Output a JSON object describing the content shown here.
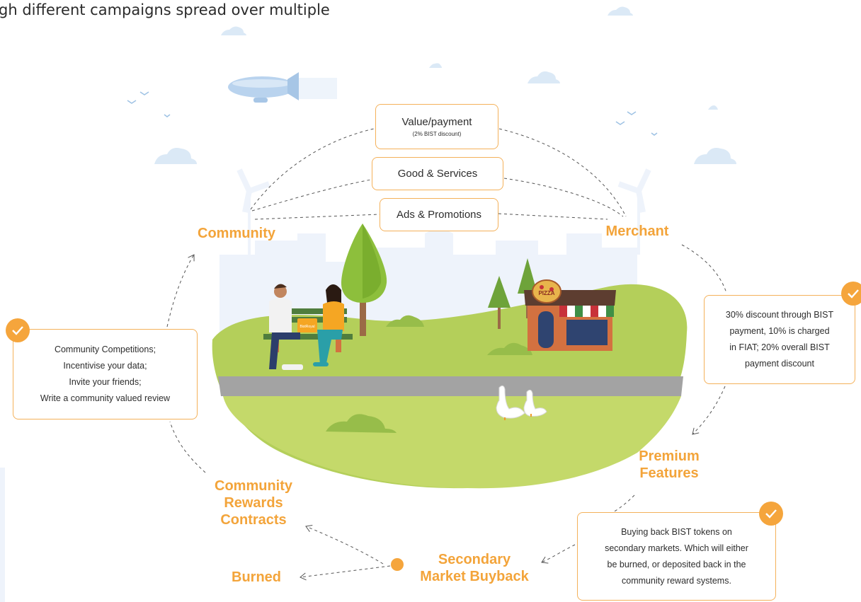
{
  "header_text": "gh different campaigns spread over multiple",
  "colors": {
    "accent": "#f3a43a",
    "border": "#f4b15a",
    "grass": "#b4cf5a",
    "road": "#a3a3a3",
    "sky": "#dbe9f6"
  },
  "center_boxes": [
    {
      "title": "Value/payment",
      "subtitle": "(2% BIST discount)"
    },
    {
      "title": "Good & Services"
    },
    {
      "title": "Ads & Promotions"
    }
  ],
  "nodes": {
    "community": "Community",
    "merchant": "Merchant",
    "premium_features": "Premium\nFeatures",
    "community_rewards": "Community\nRewards\nContracts",
    "secondary_market": "Secondary\nMarket Buyback",
    "burned": "Burned"
  },
  "info_boxes": {
    "community": "Community Competitions;\nIncentivise your data;\nInvite your friends;\nWrite a community valued review",
    "merchant": "30% discount through BIST\npayment, 10% is charged\nin FIAT; 20% overall BIST\npayment discount",
    "buyback": "Buying back BIST tokens on\nsecondary markets. Which will either\nbe burned, or deposited back in the\ncommunity reward systems."
  },
  "illustration": {
    "shop_sign": "PIZZA",
    "bag_text": "BistRoyal"
  },
  "icons": [
    "check-icon",
    "blimp-icon",
    "bird-icon",
    "cloud-icon",
    "tree-icon",
    "pizza-shop-icon",
    "goose-icon",
    "bench-icon",
    "arrow-icon",
    "windmill-icon"
  ]
}
